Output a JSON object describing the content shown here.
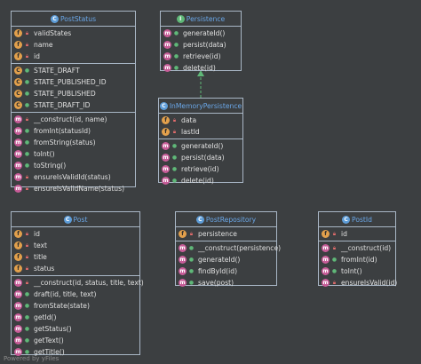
{
  "boxes": {
    "poststatus": {
      "title": "PostStatus",
      "fields": [
        "validStates",
        "name",
        "id"
      ],
      "constants": [
        "STATE_DRAFT",
        "STATE_PUBLISHED_ID",
        "STATE_PUBLISHED",
        "STATE_DRAFT_ID"
      ],
      "methods": [
        "__construct(id, name)",
        "fromInt(statusId)",
        "fromString(status)",
        "toInt()",
        "toString()",
        "ensureIsValidId(status)",
        "ensureIsValidName(status)"
      ]
    },
    "persistence": {
      "title": "Persistence",
      "methods": [
        "generateId()",
        "persist(data)",
        "retrieve(id)",
        "delete(id)"
      ]
    },
    "inmemory": {
      "title": "InMemoryPersistence",
      "fields": [
        "data",
        "lastId"
      ],
      "methods": [
        "generateId()",
        "persist(data)",
        "retrieve(id)",
        "delete(id)"
      ]
    },
    "post": {
      "title": "Post",
      "fields": [
        "id",
        "text",
        "title",
        "status"
      ],
      "methods": [
        "__construct(id, status, title, text)",
        "draft(id, title, text)",
        "fromState(state)",
        "getId()",
        "getStatus()",
        "getText()",
        "getTitle()"
      ]
    },
    "postrepository": {
      "title": "PostRepository",
      "fields": [
        "persistence"
      ],
      "methods": [
        "__construct(persistence)",
        "generateId()",
        "findById(id)",
        "save(post)"
      ]
    },
    "postid": {
      "title": "PostId",
      "fields": [
        "id"
      ],
      "methods": [
        "__construct(id)",
        "fromInt(id)",
        "toInt()",
        "ensureIsValid(id)"
      ]
    }
  },
  "footer": "Powered by yFiles"
}
